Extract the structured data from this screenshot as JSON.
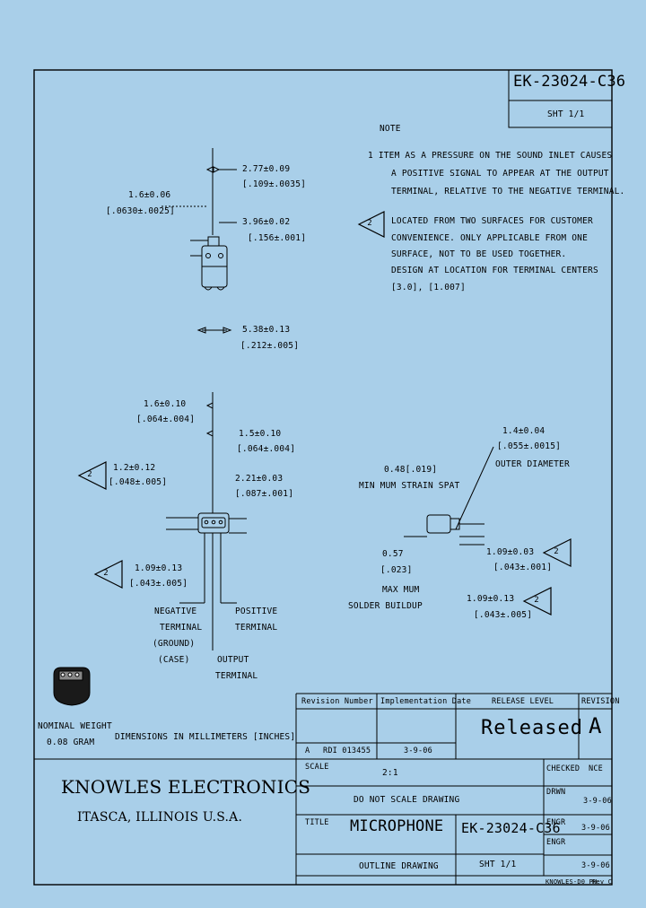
{
  "drawing": {
    "number": "EK-23024-C36",
    "sheet": "SHT 1/1",
    "note_title": "NOTE",
    "notes": [
      "1  ITEM AS A PRESSURE ON THE SOUND INLET CAUSES",
      "A POSITIVE SIGNAL TO APPEAR AT THE OUTPUT",
      "TERMINAL, RELATIVE TO THE NEGATIVE TERMINAL.",
      "LOCATED FROM TWO SURFACES FOR CUSTOMER",
      "CONVENIENCE. ONLY APPLICABLE FROM ONE",
      "SURFACE, NOT TO BE USED TOGETHER.",
      "DESIGN AT LOCATION FOR TERMINAL CENTERS",
      "[3.0], [1.007]"
    ],
    "note_markers": [
      "2"
    ]
  },
  "top_view_dims": [
    {
      "label": "2.77±0.09",
      "sub": "[.109±.0035]"
    },
    {
      "label": "1.6±0.06",
      "sub": "[.0630±.0025]"
    },
    {
      "label": "3.96±0.02",
      "sub": "[.156±.001]"
    },
    {
      "label": "5.38±0.13",
      "sub": "[.212±.005]"
    }
  ],
  "bottom_view_dims": [
    {
      "label": "1.6±0.10",
      "sub": "[.064±.004]"
    },
    {
      "label": "1.5±0.10",
      "sub": "[.064±.004]"
    },
    {
      "label": "1.2±0.12",
      "sub": "[.048±.005]",
      "marker": "2"
    },
    {
      "label": "2.21±0.03",
      "sub": "[.087±.001]"
    },
    {
      "label": "1.09±0.13",
      "sub": "[.043±.005]",
      "marker": "2"
    }
  ],
  "terminal_labels": {
    "negative": [
      "NEGATIVE",
      "TERMINAL",
      "(GROUND)",
      "(CASE)"
    ],
    "positive": [
      "POSITIVE",
      "TERMINAL"
    ],
    "output": [
      "OUTPUT",
      "TERMINAL"
    ]
  },
  "side_view": {
    "port": {
      "label": "1.4±0.04",
      "sub": "[.055±.0015]",
      "note": "OUTER DIAMETER"
    },
    "wall": {
      "label": "0.48[.019]",
      "note": "MIN MUM STRAIN SPAT"
    },
    "solder": {
      "label": "0.57",
      "sub": "[.023]",
      "note": [
        "MAX MUM",
        "SOLDER BUILDUP"
      ]
    },
    "dim1": {
      "label": "1.09±0.03",
      "sub": "[.043±.001]",
      "marker": "2"
    },
    "dim2": {
      "label": "1.09±0.13",
      "sub": "[.043±.005]",
      "marker": "2"
    }
  },
  "weight": [
    "NOMINAL WEIGHT",
    "0.08 GRAM"
  ],
  "units_note": "DIMENSIONS IN MILLIMETERS [INCHES]",
  "title_block": {
    "revision_header": "Revision Number",
    "implementation_header": "Implementation Date",
    "release_level_header": "RELEASE LEVEL",
    "revision_col_header": "REVISION",
    "revision_mark": "A",
    "revision_number": "RDI 013455",
    "implementation_date": "3-9-06",
    "release_level": "Released",
    "revision": "A",
    "scale_label": "SCALE",
    "scale": "2:1",
    "do_not_scale": "DO NOT SCALE DRAWING",
    "title_label": "TITLE",
    "title": "MICROPHONE",
    "subtitle": "OUTLINE DRAWING",
    "number": "EK-23024-C36",
    "sheet": "SHT 1/1",
    "company": "KNOWLES ELECTRONICS",
    "city": "ITASCA, ILLINOIS U.S.A.",
    "approvals": [
      {
        "role": "CHECKED",
        "date": "NCE"
      },
      {
        "role": "DRWN",
        "date": "3-9-06"
      },
      {
        "role": "ENGR",
        "date": "3-9-06"
      },
      {
        "role": "ENGR",
        "date": "3-9-06"
      }
    ],
    "footer_left": "KNOWLES-D0 PH",
    "footer_right": "Rev C"
  }
}
